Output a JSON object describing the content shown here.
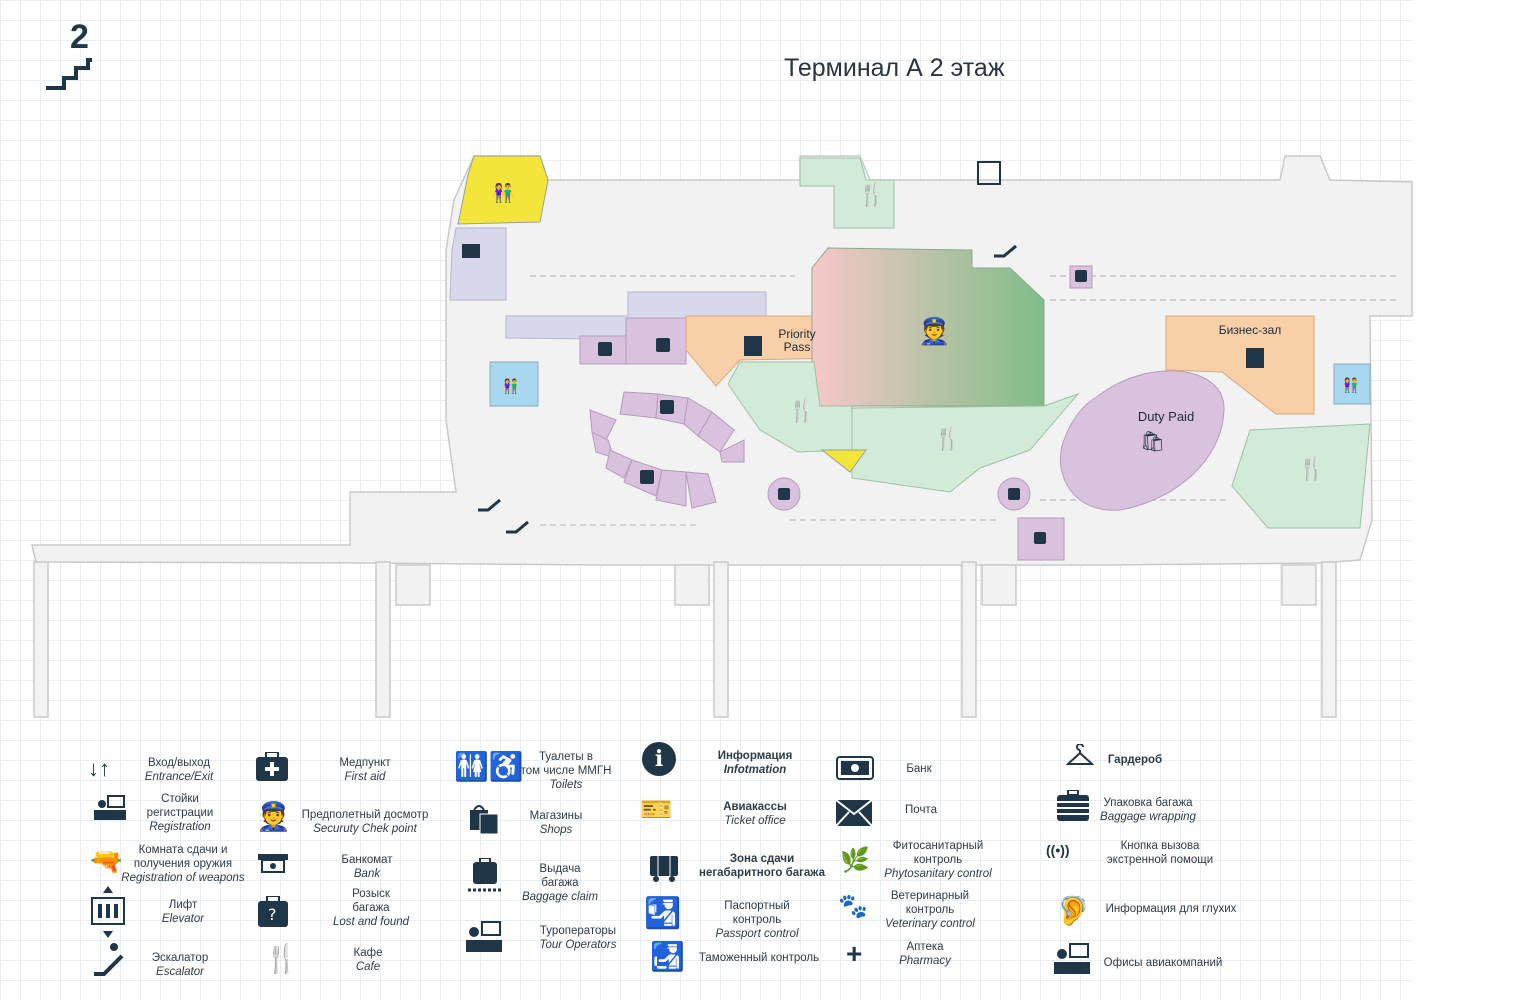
{
  "header": {
    "floor_number": "2",
    "title": "Терминал А 2 этаж"
  },
  "colors": {
    "toilet_yellow": "#f4e53a",
    "toilet_blue": "#a8d8f0",
    "shop": "#d9c2dd",
    "cafe": "#d2ead8",
    "lounge": "#f8cfa6",
    "registration": "#d8d8ec",
    "security_gradient_start": "#f6c8c8",
    "security_gradient_end": "#7fbd86",
    "icon_dark": "#1f3548"
  },
  "map_labels": {
    "priority_pass": "Priority\nPass",
    "business_lounge": "Бизнес-зал",
    "duty_paid": "Duty Paid"
  },
  "legend": {
    "entrance": {
      "ru": "Вход/выход",
      "en": "Entrance/Exit"
    },
    "registration": {
      "ru": "Стойки\nрегистрации",
      "en": "Registration"
    },
    "weapons": {
      "ru": "Комната сдачи и\nполучения оружия",
      "en": "Registration of weapons"
    },
    "elevator": {
      "ru": "Лифт",
      "en": "Elevator"
    },
    "escalator": {
      "ru": "Эскалатор",
      "en": "Escalator"
    },
    "first_aid": {
      "ru": "Медпункт",
      "en": "First aid"
    },
    "security": {
      "ru": "Предполетный досмотр",
      "en": "Securuty Chek point"
    },
    "atm": {
      "ru": "Банкомат",
      "en": "Bank"
    },
    "lost_found": {
      "ru": "Розыск\nбагажа",
      "en": "Lost and found"
    },
    "cafe": {
      "ru": "Кафе",
      "en": "Cafe"
    },
    "toilets": {
      "ru": "Туалеты в\nтом числе ММГН",
      "en": "Toilets"
    },
    "shops": {
      "ru": "Магазины",
      "en": "Shops"
    },
    "baggage_claim": {
      "ru": "Выдача\nбагажа",
      "en": "Baggage claim"
    },
    "tour_operators": {
      "ru": "Туроператоры",
      "en": "Tour Operators"
    },
    "information": {
      "ru": "Информация",
      "en": "Infotmation"
    },
    "ticket_office": {
      "ru": "Авиакассы",
      "en": "Ticket office"
    },
    "oversize": {
      "ru": "Зона сдачи\nнегабаритного багажа"
    },
    "passport": {
      "ru": "Паспортный\nконтроль",
      "en": "Passport control"
    },
    "customs": {
      "ru": "Таможенный контроль"
    },
    "bank": {
      "ru": "Банк"
    },
    "post": {
      "ru": "Почта"
    },
    "phyto": {
      "ru": "Фитосанитарный\nконтроль",
      "en": "Phytosanitary control"
    },
    "vet": {
      "ru": "Ветеринарный\nконтроль",
      "en": "Veterinary control"
    },
    "pharmacy": {
      "ru": "Аптека",
      "en": "Pharmacy"
    },
    "wardrobe": {
      "ru": "Гардероб"
    },
    "wrapping": {
      "ru": "Упаковка багажа",
      "en": "Baggage wrapping"
    },
    "emergency": {
      "ru": "Кнопка вызова\nэкстренной помощи"
    },
    "deaf_info": {
      "ru": "Информация для глухих"
    },
    "airline_offices": {
      "ru": "Офисы авиакомпаний"
    }
  }
}
